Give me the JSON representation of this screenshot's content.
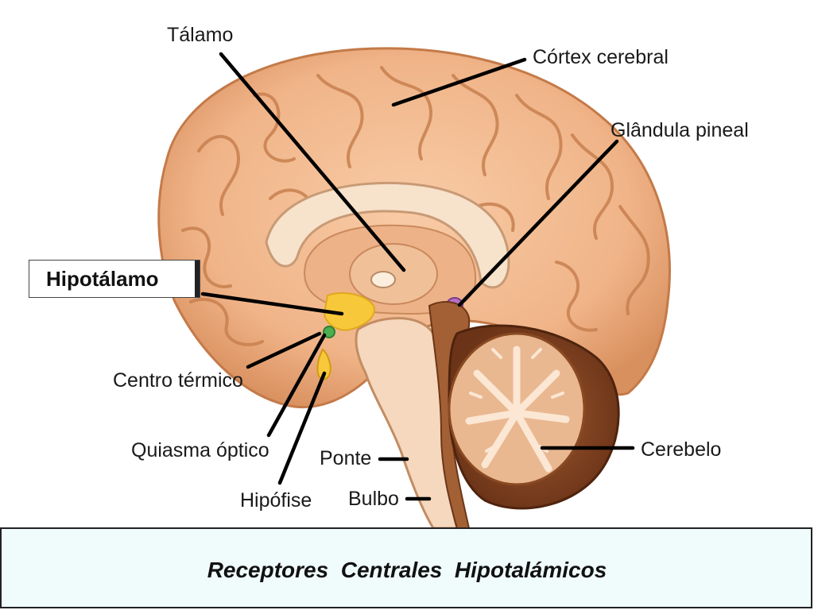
{
  "labels": {
    "talamo": "Tálamo",
    "cortex": "Córtex cerebral",
    "pineal": "Glândula pineal",
    "centro_termico": "Centro térmico",
    "quiasma": "Quiasma óptico",
    "hipofise": "Hipófise",
    "ponte": "Ponte",
    "bulbo": "Bulbo",
    "cerebelo": "Cerebelo"
  },
  "highlight": {
    "text": "Hipotálamo"
  },
  "caption": {
    "text": "Receptores  Centrales  Hipotalámicos"
  },
  "colors": {
    "brain": "#f2b98d",
    "brain_dark": "#d98f5f",
    "hypothalamus": "#f7c93a",
    "pineal": "#b86fc6",
    "optic": "#4caf50",
    "caption_bg": "#f0fbfc"
  }
}
